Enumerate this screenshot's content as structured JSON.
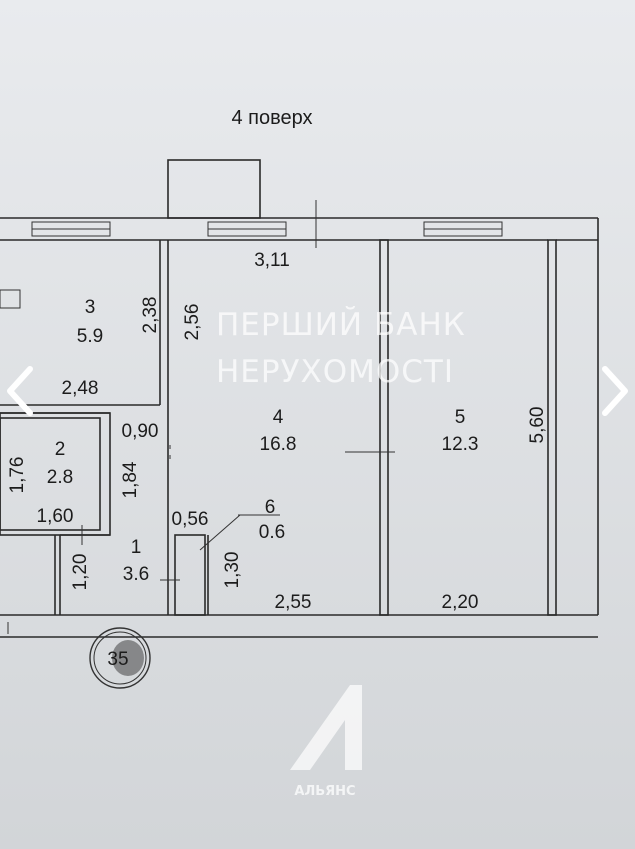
{
  "plan": {
    "floor_title": "4 поверх",
    "rooms": [
      {
        "number": "1",
        "area": "3.6"
      },
      {
        "number": "2",
        "area": "2.8"
      },
      {
        "number": "3",
        "area": "5.9"
      },
      {
        "number": "4",
        "area": "16.8"
      },
      {
        "number": "5",
        "area": "12.3"
      },
      {
        "number": "6",
        "area": "0.6"
      }
    ],
    "dimensions": {
      "d311": "3,11",
      "d238": "2,38",
      "d256": "2,56",
      "d248": "2,48",
      "d090": "0,90",
      "d176": "1,76",
      "d184": "1,84",
      "d160": "1,60",
      "d056": "0,56",
      "d120": "1,20",
      "d130": "1,30",
      "d255": "2,55",
      "d220": "2,20",
      "d560": "5,60"
    },
    "apartment_marker": "35"
  },
  "watermark": {
    "line1": "ПЕРШИЙ БАНК",
    "line2": "НЕРУХОМОСТІ",
    "logo_text": "АЛЬЯНС"
  },
  "gallery": {
    "prev_icon": "chevron-left-icon",
    "next_icon": "chevron-right-icon"
  }
}
